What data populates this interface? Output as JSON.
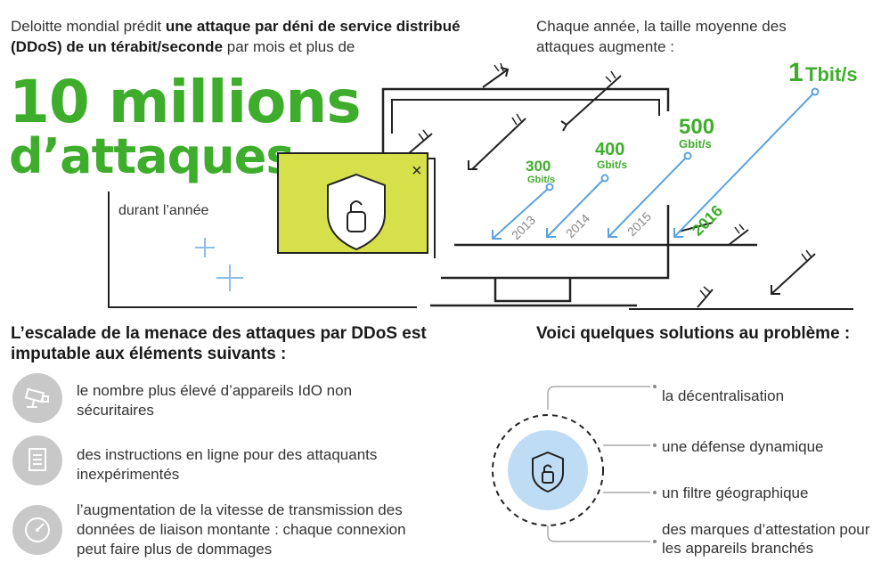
{
  "intro": {
    "pre": "Deloitte mondial prédit ",
    "bold": "une attaque par déni de service distribué (DDoS) de un térabit/seconde",
    "post": " par mois et plus de"
  },
  "headline": {
    "line1": "10 millions",
    "line2": "d’attaques"
  },
  "during_year": "durant l’année",
  "avg_text": "Chaque année, la taille moyenne des attaques augmente :",
  "attacks": [
    {
      "year": "2013",
      "value": "300",
      "unit": "Gbit/s",
      "color": "#5aa3e0"
    },
    {
      "year": "2014",
      "value": "400",
      "unit": "Gbit/s",
      "color": "#5aa3e0"
    },
    {
      "year": "2015",
      "value": "500",
      "unit": "Gbit/s",
      "color": "#5aa3e0"
    },
    {
      "year": "2016",
      "value": "1",
      "unit": "Tbit/s",
      "color": "#3fad2c"
    }
  ],
  "popup_close": "×",
  "left_section": {
    "title": "L’escalade de la menace des attaques par DDoS est imputable aux éléments suivants :",
    "items": [
      {
        "icon": "cctv-camera-icon",
        "text": "le nombre plus élevé d’appareils IdO non sécuritaires"
      },
      {
        "icon": "document-icon",
        "text": "des instructions en ligne pour des attaquants inexpérimentés"
      },
      {
        "icon": "speedometer-icon",
        "text": "l’augmentation de la vitesse de transmission des données de liaison montante : chaque connexion peut faire plus de dommages"
      }
    ]
  },
  "right_section": {
    "title": "Voici quelques solutions au problème :",
    "solutions": [
      "la décentralisation",
      "une défense dynamique",
      "un filtre géographique",
      "des marques d’attestation pour les appareils branchés"
    ]
  },
  "colors": {
    "green": "#3fad2c",
    "blue": "#5aa3e0",
    "lime": "#d6e04a",
    "grey": "#c8c8c8",
    "dark": "#1a1a1a"
  }
}
